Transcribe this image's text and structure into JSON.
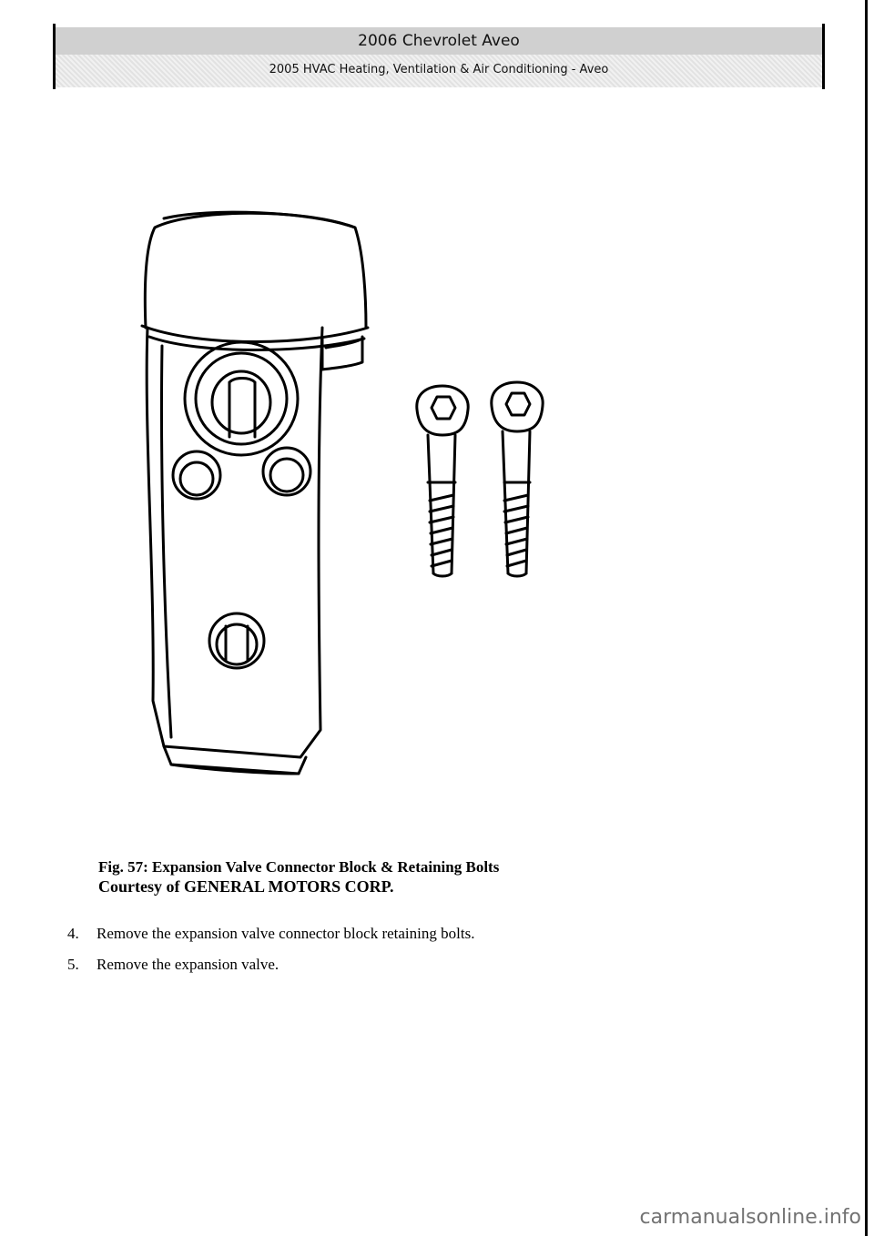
{
  "header": {
    "title": "2006 Chevrolet Aveo",
    "subtitle": "2005 HVAC Heating, Ventilation & Air Conditioning - Aveo"
  },
  "figure": {
    "caption": "Fig. 57: Expansion Valve Connector Block & Retaining Bolts",
    "credit": "Courtesy of GENERAL MOTORS CORP."
  },
  "steps": [
    {
      "num": "4.",
      "text": "Remove the expansion valve connector block retaining bolts."
    },
    {
      "num": "5.",
      "text": "Remove the expansion valve."
    }
  ],
  "watermark": "carmanualsonline.info"
}
